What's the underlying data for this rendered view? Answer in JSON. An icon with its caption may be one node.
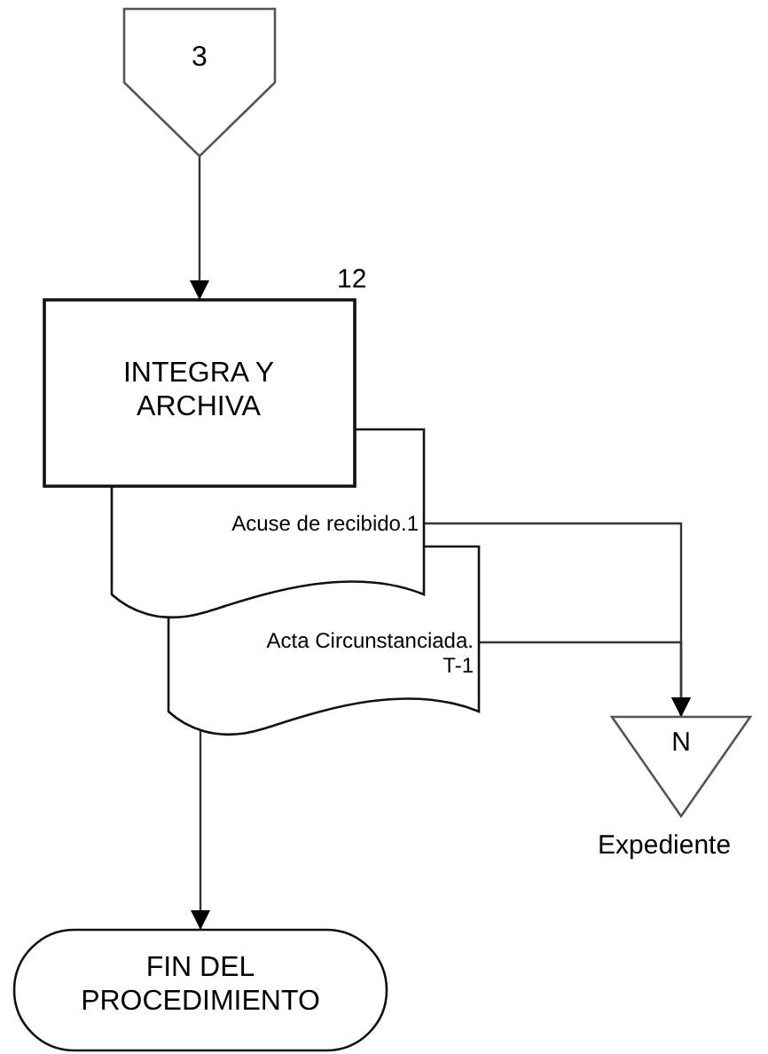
{
  "diagram": {
    "nodes": [
      {
        "text": [
          "3"
        ]
      },
      {
        "text": [
          "INTEGRA Y ARCHIVA"
        ],
        "beside": [
          "12"
        ]
      },
      {
        "text": [
          "Acuse de recibido.1"
        ]
      },
      {
        "text": [
          "Acta Circunstanciada. T-1"
        ]
      },
      {
        "text": [
          "N"
        ],
        "beside": [
          "Expediente"
        ]
      },
      {
        "text": [
          "FIN DEL PROCEDIMIENTO"
        ]
      }
    ],
    "edges": [
      {
        "from": 0,
        "to": 1,
        "arrow": "to"
      },
      {
        "from": 2,
        "to": 4,
        "arrow": "to"
      },
      {
        "from": 3,
        "to": 4,
        "arrow": "to"
      },
      {
        "from": 3,
        "to": 5,
        "arrow": "to"
      }
    ]
  }
}
